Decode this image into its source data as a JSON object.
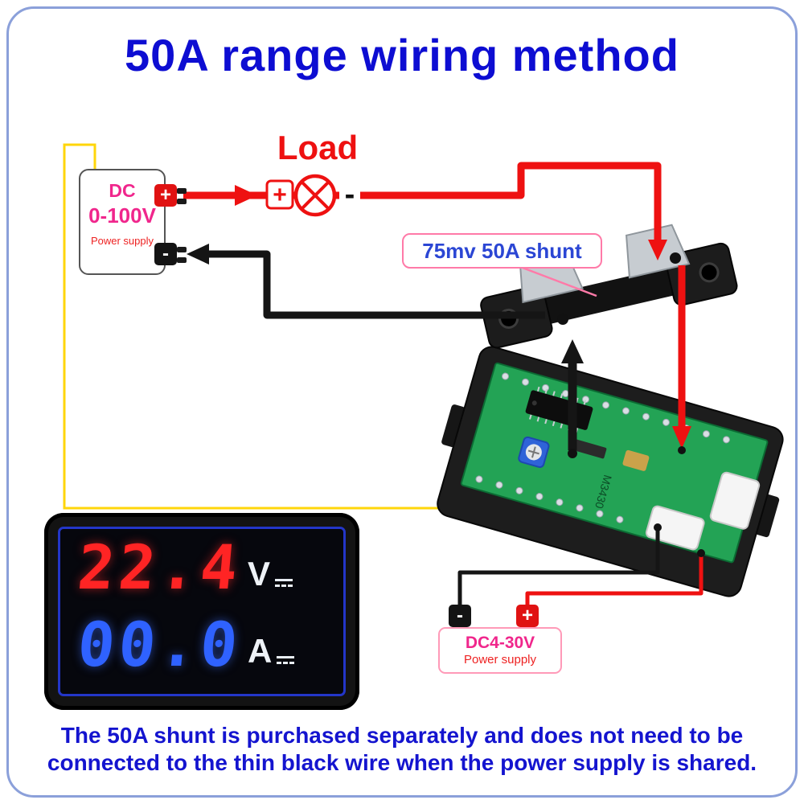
{
  "page": {
    "title": "50A range wiring method",
    "caption_line1": "The 50A shunt is purchased separately and does not need to be",
    "caption_line2": "connected to the thin black wire when the power supply is shared."
  },
  "load": {
    "label": "Load",
    "plus": "+",
    "minus": "-"
  },
  "shunt": {
    "label": "75mv 50A shunt"
  },
  "supply_main": {
    "name": "DC",
    "range": "0-100V",
    "type": "Power supply",
    "plus": "+",
    "minus": "-"
  },
  "supply_aux": {
    "name": "DC4-30V",
    "type": "Power supply",
    "plus": "+",
    "minus": "-"
  },
  "meter": {
    "voltage": "22.4",
    "voltage_unit": "V",
    "current": "00.0",
    "current_unit": "A"
  },
  "pcb": {
    "marking": "M3430"
  },
  "colors": {
    "title_blue": "#0d0dd2",
    "caption_blue": "#1414cf",
    "wire_red": "#ee1111",
    "wire_black": "#151515",
    "wire_yellow": "#ffd60a",
    "label_pink": "#ff7aa8",
    "frame_border": "#8ba0da",
    "supply_text_pink": "#f0268c",
    "supply_text_red": "#ee2222",
    "digit_red": "#ff2424",
    "digit_blue": "#2f62ff",
    "pcb_green": "#23a355"
  }
}
